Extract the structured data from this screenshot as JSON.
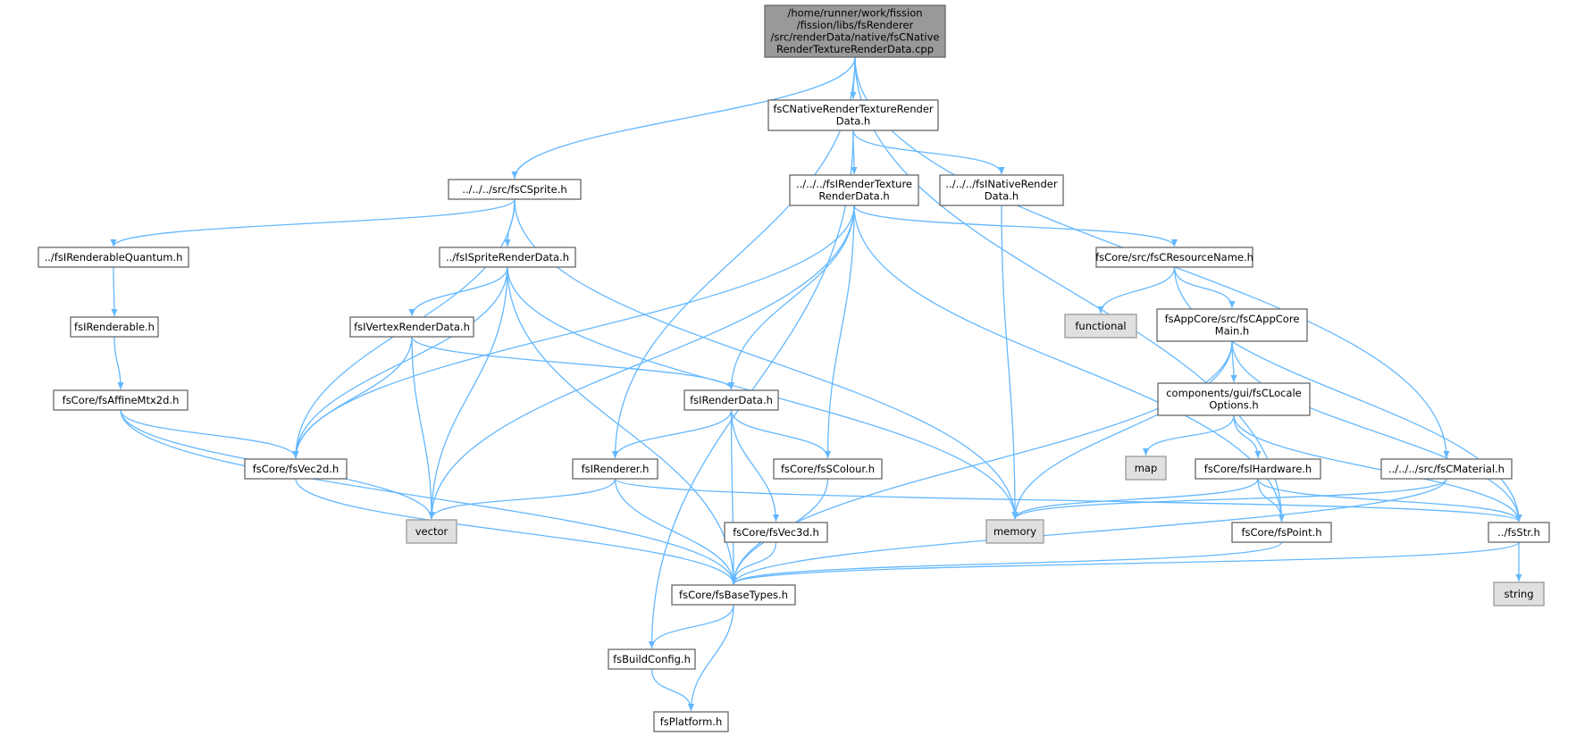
{
  "diagram": {
    "root": {
      "id": "root",
      "lines": [
        "/home/runner/work/fission",
        "/fission/libs/fsRenderer",
        "/src/renderData/native/fsCNative",
        "RenderTextureRenderData.cpp"
      ]
    },
    "nodes": [
      {
        "id": "root",
        "lines": [
          "/home/runner/work/fission",
          "/fission/libs/fsRenderer",
          "/src/renderData/native/fsCNative",
          "RenderTextureRenderData.cpp"
        ],
        "kind": "root"
      },
      {
        "id": "ntrd",
        "lines": [
          "fsCNativeRenderTextureRender",
          "Data.h"
        ],
        "kind": "normal"
      },
      {
        "id": "sprite",
        "lines": [
          "../../../src/fsCSprite.h"
        ],
        "kind": "normal"
      },
      {
        "id": "irtrd",
        "lines": [
          "../../../fsIRenderTexture",
          "RenderData.h"
        ],
        "kind": "normal"
      },
      {
        "id": "inrd",
        "lines": [
          "../../../fsINativeRender",
          "Data.h"
        ],
        "kind": "normal"
      },
      {
        "id": "irq",
        "lines": [
          "../fsIRenderableQuantum.h"
        ],
        "kind": "normal"
      },
      {
        "id": "isrd",
        "lines": [
          "../fsISpriteRenderData.h"
        ],
        "kind": "normal"
      },
      {
        "id": "resname",
        "lines": [
          "fsCore/src/fsCResourceName.h"
        ],
        "kind": "normal"
      },
      {
        "id": "irenderable",
        "lines": [
          "fsIRenderable.h"
        ],
        "kind": "normal"
      },
      {
        "id": "ivrd",
        "lines": [
          "fsIVertexRenderData.h"
        ],
        "kind": "normal"
      },
      {
        "id": "functional",
        "lines": [
          "functional"
        ],
        "kind": "system"
      },
      {
        "id": "appcore",
        "lines": [
          "fsAppCore/src/fsCAppCore",
          "Main.h"
        ],
        "kind": "normal"
      },
      {
        "id": "affine",
        "lines": [
          "fsCore/fsAffineMtx2d.h"
        ],
        "kind": "normal"
      },
      {
        "id": "irenderdata",
        "lines": [
          "fsIRenderData.h"
        ],
        "kind": "normal"
      },
      {
        "id": "locale",
        "lines": [
          "components/gui/fsCLocale",
          "Options.h"
        ],
        "kind": "normal"
      },
      {
        "id": "vec2d",
        "lines": [
          "fsCore/fsVec2d.h"
        ],
        "kind": "normal"
      },
      {
        "id": "irenderer",
        "lines": [
          "fsIRenderer.h"
        ],
        "kind": "normal"
      },
      {
        "id": "colour",
        "lines": [
          "fsCore/fsSColour.h"
        ],
        "kind": "normal"
      },
      {
        "id": "map",
        "lines": [
          "map"
        ],
        "kind": "system"
      },
      {
        "id": "hardware",
        "lines": [
          "fsCore/fsIHardware.h"
        ],
        "kind": "normal"
      },
      {
        "id": "material",
        "lines": [
          "../../../src/fsCMaterial.h"
        ],
        "kind": "normal"
      },
      {
        "id": "vector",
        "lines": [
          "vector"
        ],
        "kind": "system"
      },
      {
        "id": "vec3d",
        "lines": [
          "fsCore/fsVec3d.h"
        ],
        "kind": "normal"
      },
      {
        "id": "memory",
        "lines": [
          "memory"
        ],
        "kind": "system"
      },
      {
        "id": "point",
        "lines": [
          "fsCore/fsPoint.h"
        ],
        "kind": "normal"
      },
      {
        "id": "str",
        "lines": [
          "../fsStr.h"
        ],
        "kind": "normal"
      },
      {
        "id": "string",
        "lines": [
          "string"
        ],
        "kind": "system"
      },
      {
        "id": "basetypes",
        "lines": [
          "fsCore/fsBaseTypes.h"
        ],
        "kind": "normal"
      },
      {
        "id": "buildconfig",
        "lines": [
          "fsBuildConfig.h"
        ],
        "kind": "normal"
      },
      {
        "id": "platform",
        "lines": [
          "fsPlatform.h"
        ],
        "kind": "normal"
      }
    ],
    "edges": [
      [
        "root",
        "ntrd"
      ],
      [
        "root",
        "sprite"
      ],
      [
        "root",
        "irenderer"
      ],
      [
        "root",
        "material"
      ],
      [
        "root",
        "point"
      ],
      [
        "ntrd",
        "irtrd"
      ],
      [
        "ntrd",
        "inrd"
      ],
      [
        "ntrd",
        "buildconfig"
      ],
      [
        "sprite",
        "irq"
      ],
      [
        "sprite",
        "isrd"
      ],
      [
        "sprite",
        "vec2d"
      ],
      [
        "sprite",
        "memory"
      ],
      [
        "irtrd",
        "vec2d"
      ],
      [
        "irtrd",
        "vector"
      ],
      [
        "irtrd",
        "irenderdata"
      ],
      [
        "irtrd",
        "colour"
      ],
      [
        "irtrd",
        "resname"
      ],
      [
        "irtrd",
        "point"
      ],
      [
        "inrd",
        "memory"
      ],
      [
        "irq",
        "irenderable"
      ],
      [
        "irenderable",
        "affine"
      ],
      [
        "affine",
        "vec2d"
      ],
      [
        "affine",
        "vector"
      ],
      [
        "affine",
        "basetypes"
      ],
      [
        "isrd",
        "ivrd"
      ],
      [
        "isrd",
        "vec2d"
      ],
      [
        "isrd",
        "vector"
      ],
      [
        "isrd",
        "basetypes"
      ],
      [
        "isrd",
        "memory"
      ],
      [
        "ivrd",
        "vec2d"
      ],
      [
        "ivrd",
        "vector"
      ],
      [
        "ivrd",
        "irenderdata"
      ],
      [
        "resname",
        "functional"
      ],
      [
        "resname",
        "appcore"
      ],
      [
        "resname",
        "str"
      ],
      [
        "appcore",
        "locale"
      ],
      [
        "appcore",
        "memory"
      ],
      [
        "appcore",
        "basetypes"
      ],
      [
        "appcore",
        "str"
      ],
      [
        "locale",
        "map"
      ],
      [
        "locale",
        "hardware"
      ],
      [
        "locale",
        "str"
      ],
      [
        "hardware",
        "memory"
      ],
      [
        "hardware",
        "point"
      ],
      [
        "hardware",
        "str"
      ],
      [
        "material",
        "memory"
      ],
      [
        "material",
        "basetypes"
      ],
      [
        "irenderdata",
        "irenderer"
      ],
      [
        "irenderdata",
        "colour"
      ],
      [
        "irenderdata",
        "vec3d"
      ],
      [
        "irenderdata",
        "basetypes"
      ],
      [
        "irenderer",
        "vector"
      ],
      [
        "irenderer",
        "basetypes"
      ],
      [
        "irenderer",
        "str"
      ],
      [
        "colour",
        "basetypes"
      ],
      [
        "vec3d",
        "basetypes"
      ],
      [
        "vec2d",
        "basetypes"
      ],
      [
        "point",
        "basetypes"
      ],
      [
        "str",
        "basetypes"
      ],
      [
        "str",
        "string"
      ],
      [
        "basetypes",
        "buildconfig"
      ],
      [
        "basetypes",
        "platform"
      ],
      [
        "buildconfig",
        "platform"
      ]
    ]
  }
}
